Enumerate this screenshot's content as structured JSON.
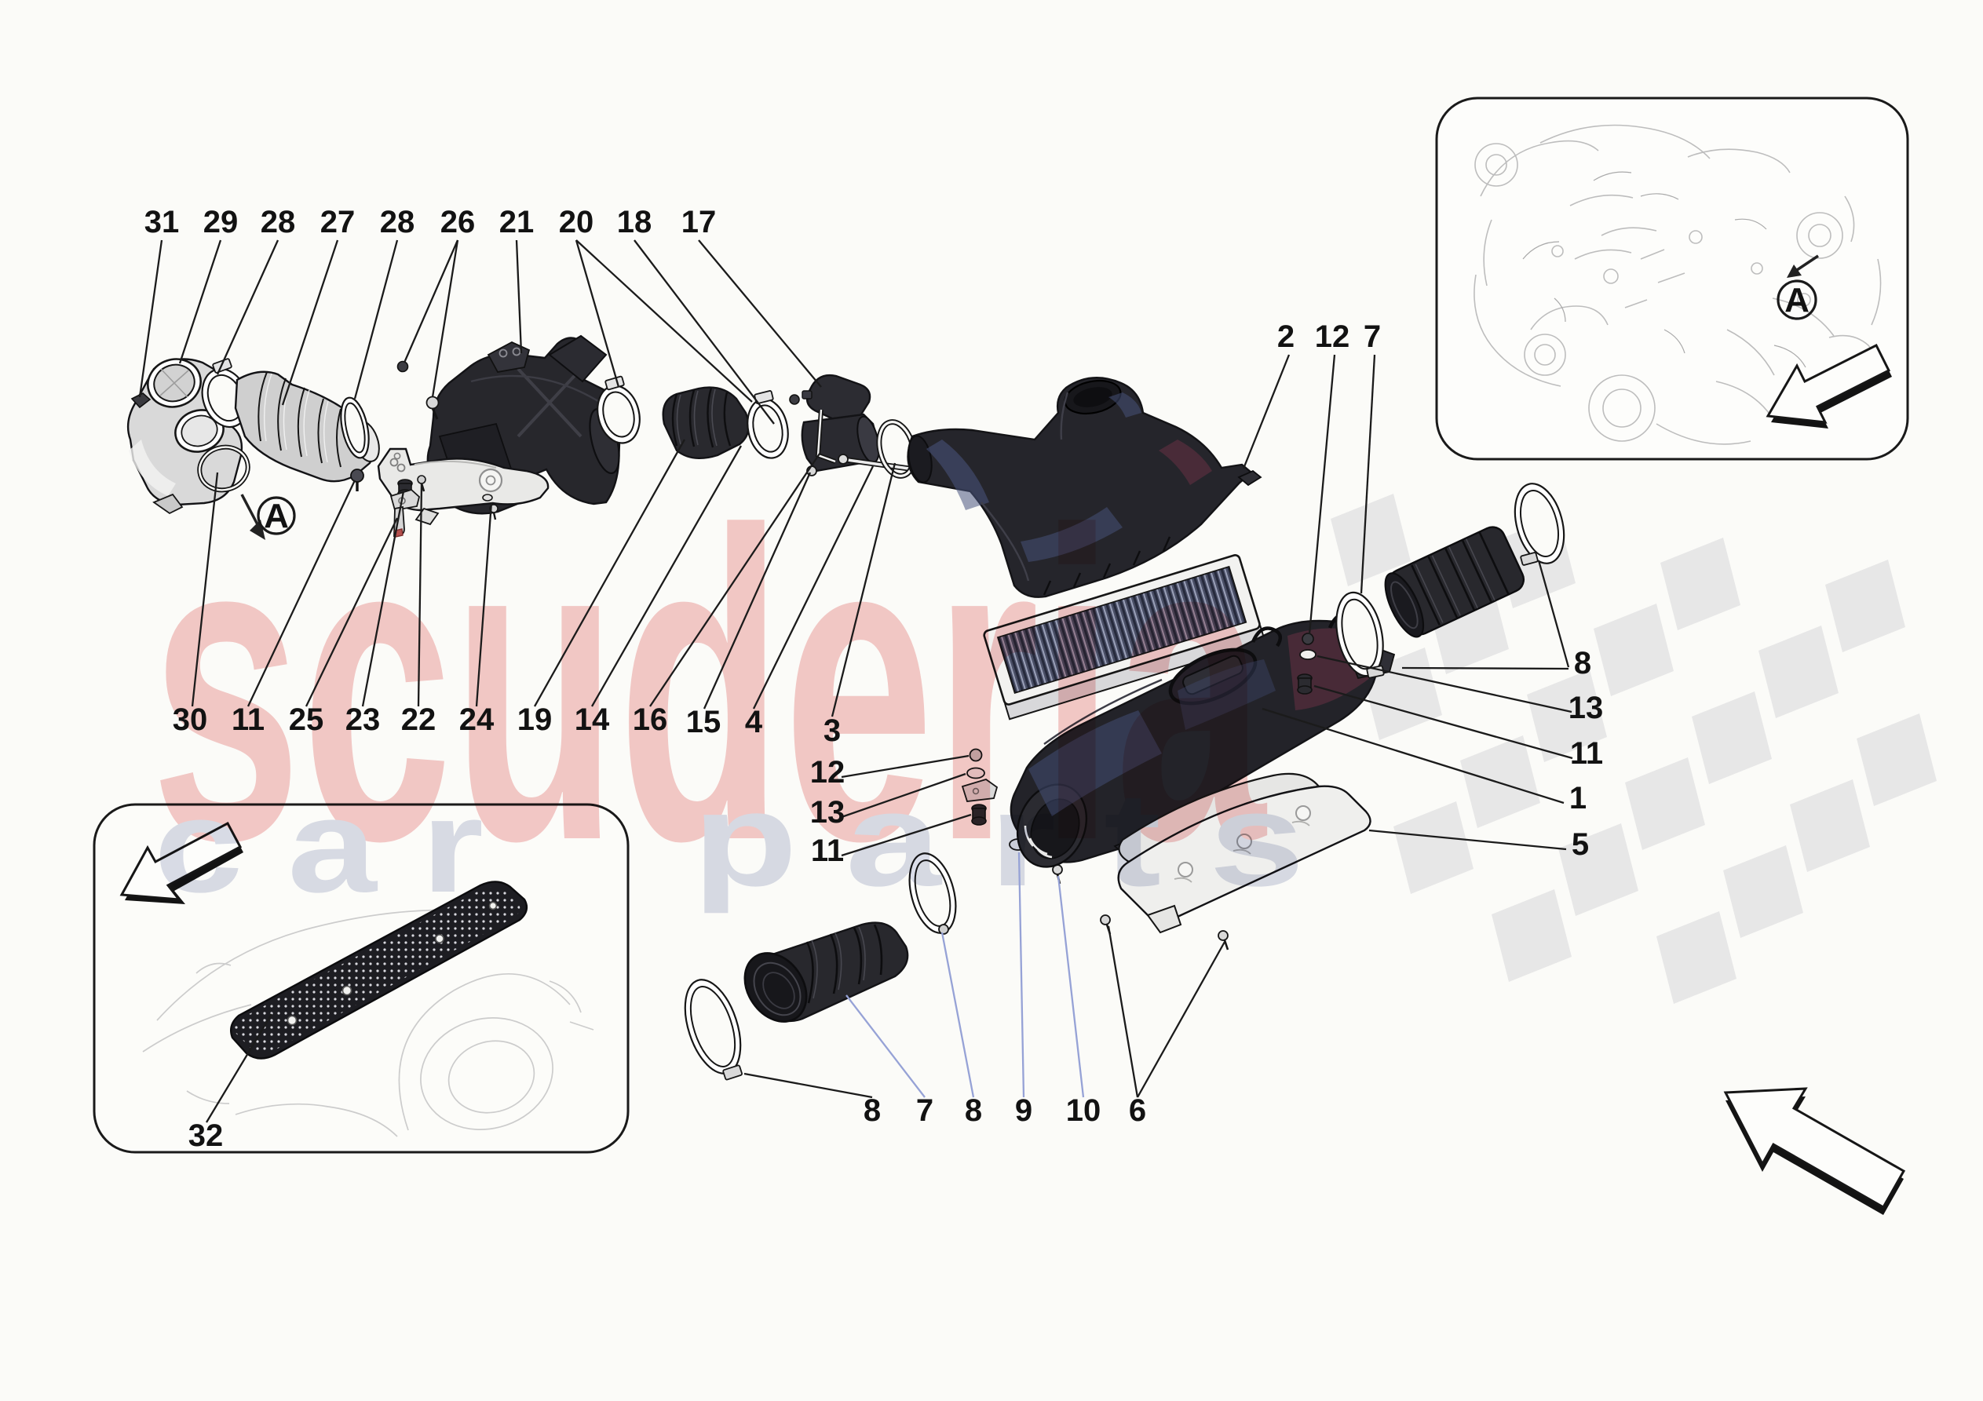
{
  "document": {
    "type": "exploded-parts-diagram",
    "subject": "air intake system",
    "background_color": "#fbfbf8"
  },
  "watermark": {
    "primary": "scuderia",
    "secondary_left": "c a r",
    "secondary_right": "p a r t s",
    "primary_color": "#f5caca",
    "secondary_color": "#dadde9",
    "flag_color": "#e7e7e7"
  },
  "view_markers": {
    "detail": "A"
  },
  "callouts": {
    "top": [
      "31",
      "29",
      "28",
      "27",
      "28",
      "26",
      "21",
      "20",
      "18",
      "17"
    ],
    "upper_right": [
      "2",
      "12",
      "7"
    ],
    "mid_row": [
      "30",
      "11",
      "25",
      "23",
      "22",
      "24",
      "19",
      "14",
      "16",
      "15",
      "4",
      "3"
    ],
    "box_left": [
      "12",
      "13",
      "11"
    ],
    "right_column": [
      "8",
      "13",
      "11",
      "1",
      "5"
    ],
    "bottom_row": [
      "8",
      "7",
      "8",
      "9",
      "10",
      "6"
    ],
    "inset": [
      "32"
    ]
  }
}
